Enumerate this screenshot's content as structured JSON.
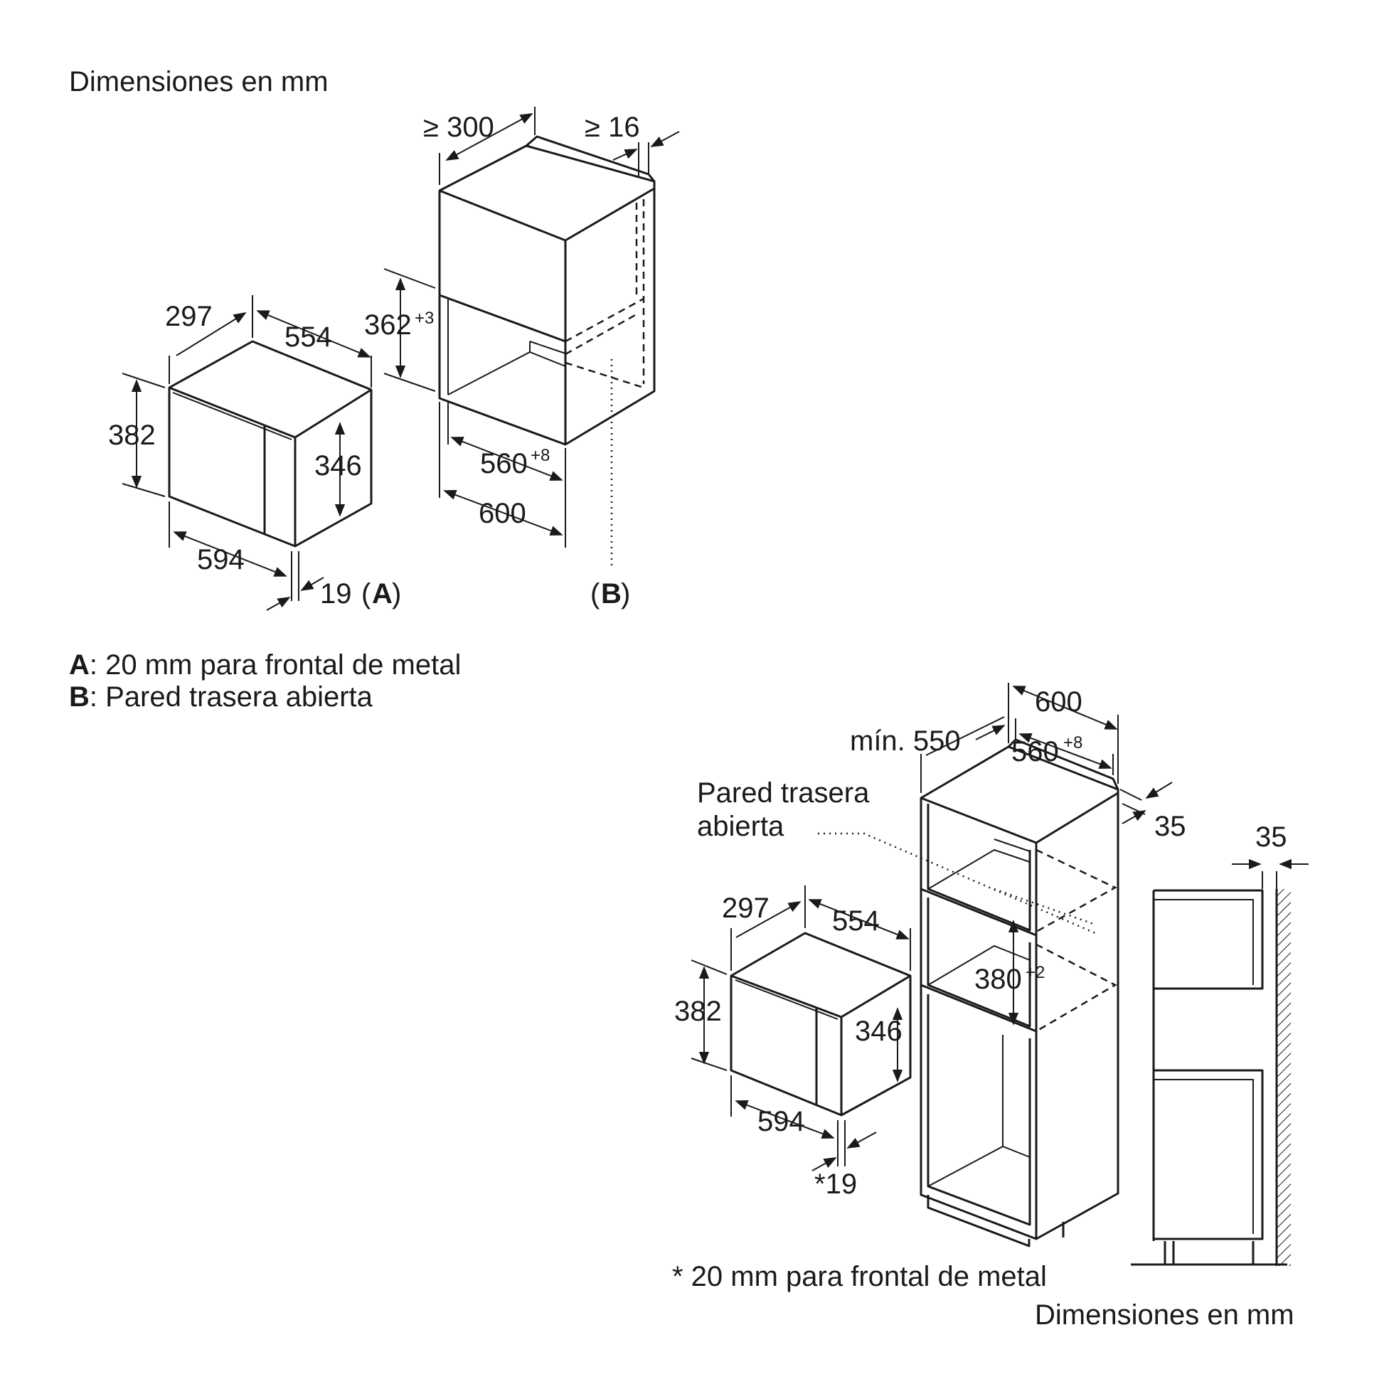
{
  "top": {
    "units_label": "Dimensiones en mm",
    "microwave": {
      "width": "297",
      "depth": "554",
      "height": "382",
      "inner_height": "346",
      "front_width": "594",
      "front_offset": "19",
      "front_marker": "A"
    },
    "niche": {
      "top_depth": "≥ 300",
      "side_gap": "≥ 16",
      "opening_height": "362",
      "opening_height_tol": "+3",
      "opening_width": "560",
      "opening_width_tol": "+8",
      "cabinet_width": "600",
      "back_marker": "B"
    },
    "legend": [
      {
        "key": "A",
        "text": ": 20 mm para frontal de metal"
      },
      {
        "key": "B",
        "text": ": Pared trasera abierta"
      }
    ]
  },
  "bottom": {
    "units_label": "Dimensiones en mm",
    "footnote": "* 20 mm para frontal de metal",
    "back_wall_label_1": "Pared trasera",
    "back_wall_label_2": "abierta",
    "microwave": {
      "width": "297",
      "depth": "554",
      "height": "382",
      "inner_height": "346",
      "front_width": "594",
      "front_offset": "*19"
    },
    "tall_cabinet": {
      "width": "600",
      "min_depth": "mín. 550",
      "opening_width": "560",
      "opening_width_tol": "+8",
      "rear_gap": "35",
      "opening_height": "380",
      "opening_height_tol": "+2"
    },
    "side_view": {
      "wall_gap": "35"
    }
  }
}
